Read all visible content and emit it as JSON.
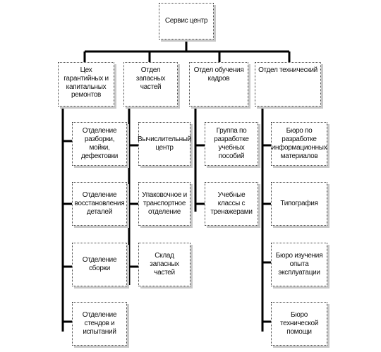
{
  "root": {
    "label": "Сервис центр"
  },
  "departments": [
    {
      "label": "Цех гарантийных и\nкапитальных\nремонтов",
      "children": [
        "Отделение\nразборки, мойки,\nдефектовки",
        "Отделение\nвосстановления\nдеталей",
        "Отделение сборки",
        "Отделение стендов и\nиспытаний"
      ]
    },
    {
      "label": "Отдел запасных\nчастей",
      "children": [
        "Вычислительный\nцентр",
        "Упаковочное и\nтранспортное\nотделение",
        "Склад запасных\nчастей"
      ]
    },
    {
      "label": "Отдел обучения\nкадров",
      "children": [
        "Группа по\nразработке учебных\nпособий",
        "Учебные классы с\nтренажерами"
      ]
    },
    {
      "label": "Отдел технический",
      "children": [
        "Бюро по разработке\nинформационных\nматериалов",
        "Типография",
        "Бюро изучения\nопыта эксплуатации",
        "Бюро технической\nпомощи"
      ]
    }
  ]
}
